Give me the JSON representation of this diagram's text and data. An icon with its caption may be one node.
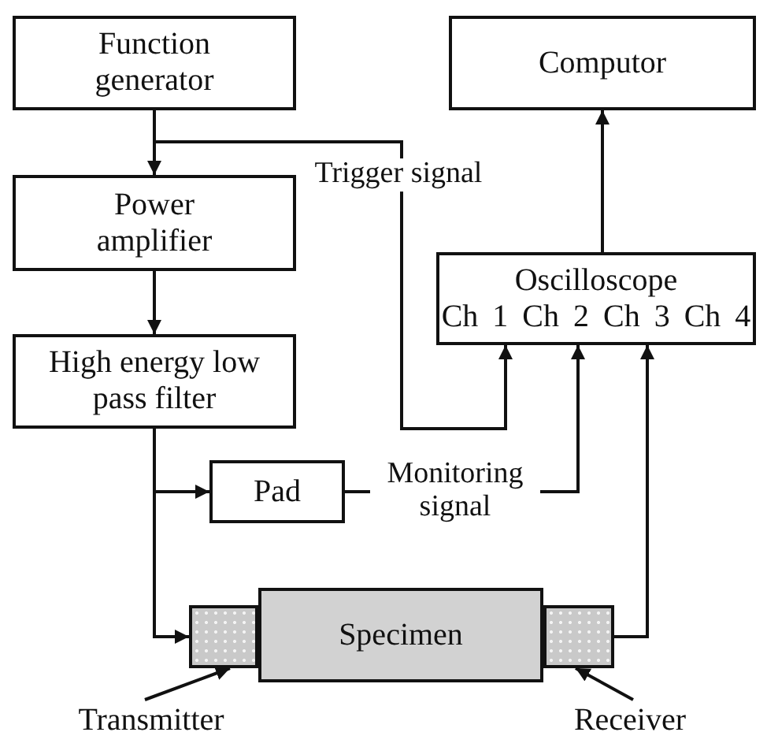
{
  "diagram": {
    "nodes": [
      {
        "text": [
          "Function generator"
        ]
      },
      {
        "text": [
          "Computor"
        ]
      },
      {
        "text": [
          "Power amplifier"
        ]
      },
      {
        "text": [
          "Oscilloscope",
          "Ch 1 Ch 2 Ch 3 Ch 4"
        ]
      },
      {
        "text": [
          "High energy low pass filter"
        ]
      },
      {
        "text": [
          "Pad"
        ]
      },
      {
        "text": [],
        "shape": "box"
      },
      {
        "text": [
          "Specimen"
        ]
      },
      {
        "text": [],
        "shape": "box"
      },
      {
        "text": [
          "Transmitter"
        ]
      },
      {
        "text": [
          "Receiver"
        ]
      }
    ],
    "edges": [
      {
        "from": 0,
        "to": 2,
        "arrow": "to"
      },
      {
        "from": 0,
        "to": 3,
        "arrow": "to",
        "label": "Trigger signal"
      },
      {
        "from": 2,
        "to": 4,
        "arrow": "to"
      },
      {
        "from": 3,
        "to": 1,
        "arrow": "to"
      },
      {
        "from": 4,
        "to": 5,
        "arrow": "to"
      },
      {
        "from": 4,
        "to": 6,
        "arrow": "to"
      },
      {
        "from": 5,
        "to": 3,
        "arrow": "to",
        "label": "Monitoring signal"
      },
      {
        "from": 8,
        "to": 3,
        "arrow": "to"
      },
      {
        "from": 9,
        "to": 6,
        "arrow": "to"
      },
      {
        "from": 10,
        "to": 8,
        "arrow": "to"
      }
    ]
  }
}
